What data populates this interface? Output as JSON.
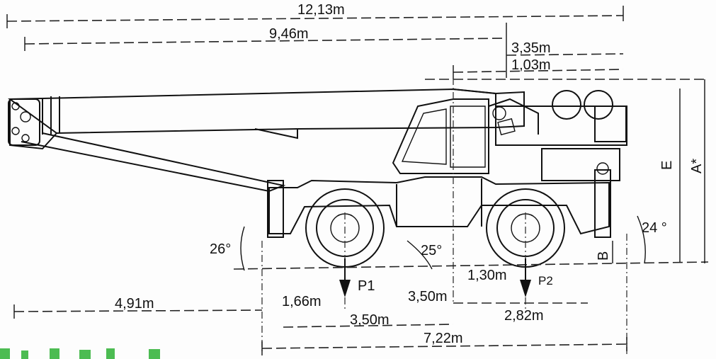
{
  "dimensions": {
    "overall_length": "12,13m",
    "boom_length": "9,46m",
    "rear_overhang": "3,35m",
    "rear_offset": "1,03m",
    "front_clearance": "4,91m",
    "front_axle_offset": "1,66m",
    "wheelbase_front": "3,50m",
    "wheelbase_center": "3,50m",
    "rear_axle_offset": "1,30m",
    "rear_length": "2,82m",
    "total_base": "7,22m"
  },
  "labels": {
    "angle_front": "26°",
    "angle_mid": "25°",
    "angle_rear": "24 °",
    "load_front": "P1",
    "load_rear": "P2",
    "height_e": "E",
    "height_a": "A*",
    "height_b": "B"
  },
  "colors": {
    "line": "#111111",
    "accent_green": "#4cbc52"
  }
}
